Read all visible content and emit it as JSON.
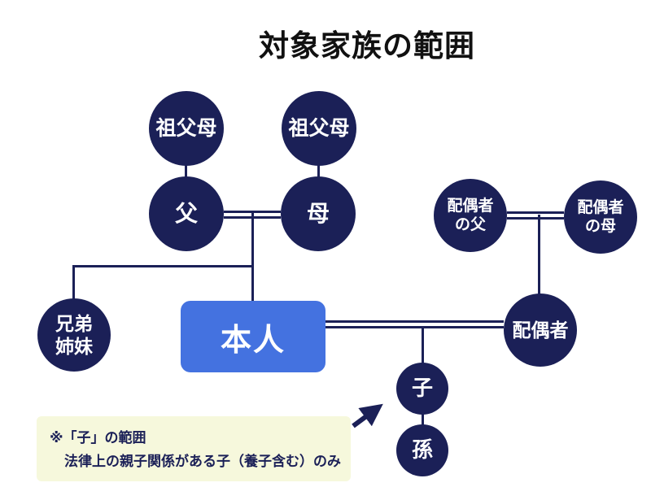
{
  "title": "対象家族の範囲",
  "colors": {
    "navy": "#1b2057",
    "accent_blue": "#4472e0",
    "note_bg": "#f6f8dc",
    "node_text": "#ffffff",
    "title_text": "#111111"
  },
  "nodes": {
    "grandparents_left": {
      "label": "祖父母"
    },
    "grandparents_right": {
      "label": "祖父母"
    },
    "father": {
      "label": "父"
    },
    "mother": {
      "label": "母"
    },
    "spouse_father": {
      "l1": "配偶者",
      "l2": "の父"
    },
    "spouse_mother": {
      "l1": "配偶者",
      "l2": "の母"
    },
    "siblings": {
      "l1": "兄弟",
      "l2": "姉妹"
    },
    "self": {
      "label": "本人"
    },
    "spouse": {
      "label": "配偶者"
    },
    "child": {
      "label": "子"
    },
    "grandchild": {
      "label": "孫"
    }
  },
  "note": {
    "line1": "※「子」の範囲",
    "line2": "法律上の親子関係がある子（養子含む）のみ"
  }
}
